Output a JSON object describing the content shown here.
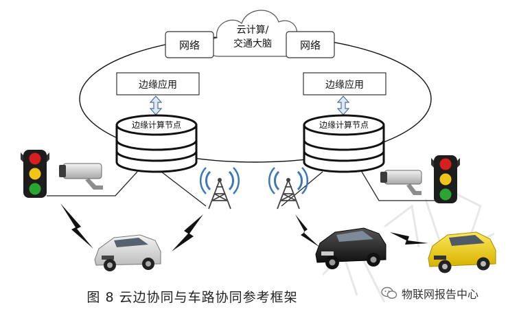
{
  "cloud": {
    "line1": "云计算/",
    "line2": "交通大脑"
  },
  "network_left": "网络",
  "network_right": "网络",
  "edge_app_left": "边缘应用",
  "edge_app_right": "边缘应用",
  "edge_node_left": "边缘计算节点",
  "edge_node_right": "边缘计算节点",
  "caption": "图 8    云边协同与车路协同参考框架",
  "watermark": "物联网报告中心",
  "colors": {
    "traffic_red": "#d61f1f",
    "traffic_yellow": "#f0c419",
    "traffic_green": "#2aa531",
    "tower_blue": "#3b78b8",
    "car_yellow": "#f2d21a"
  }
}
